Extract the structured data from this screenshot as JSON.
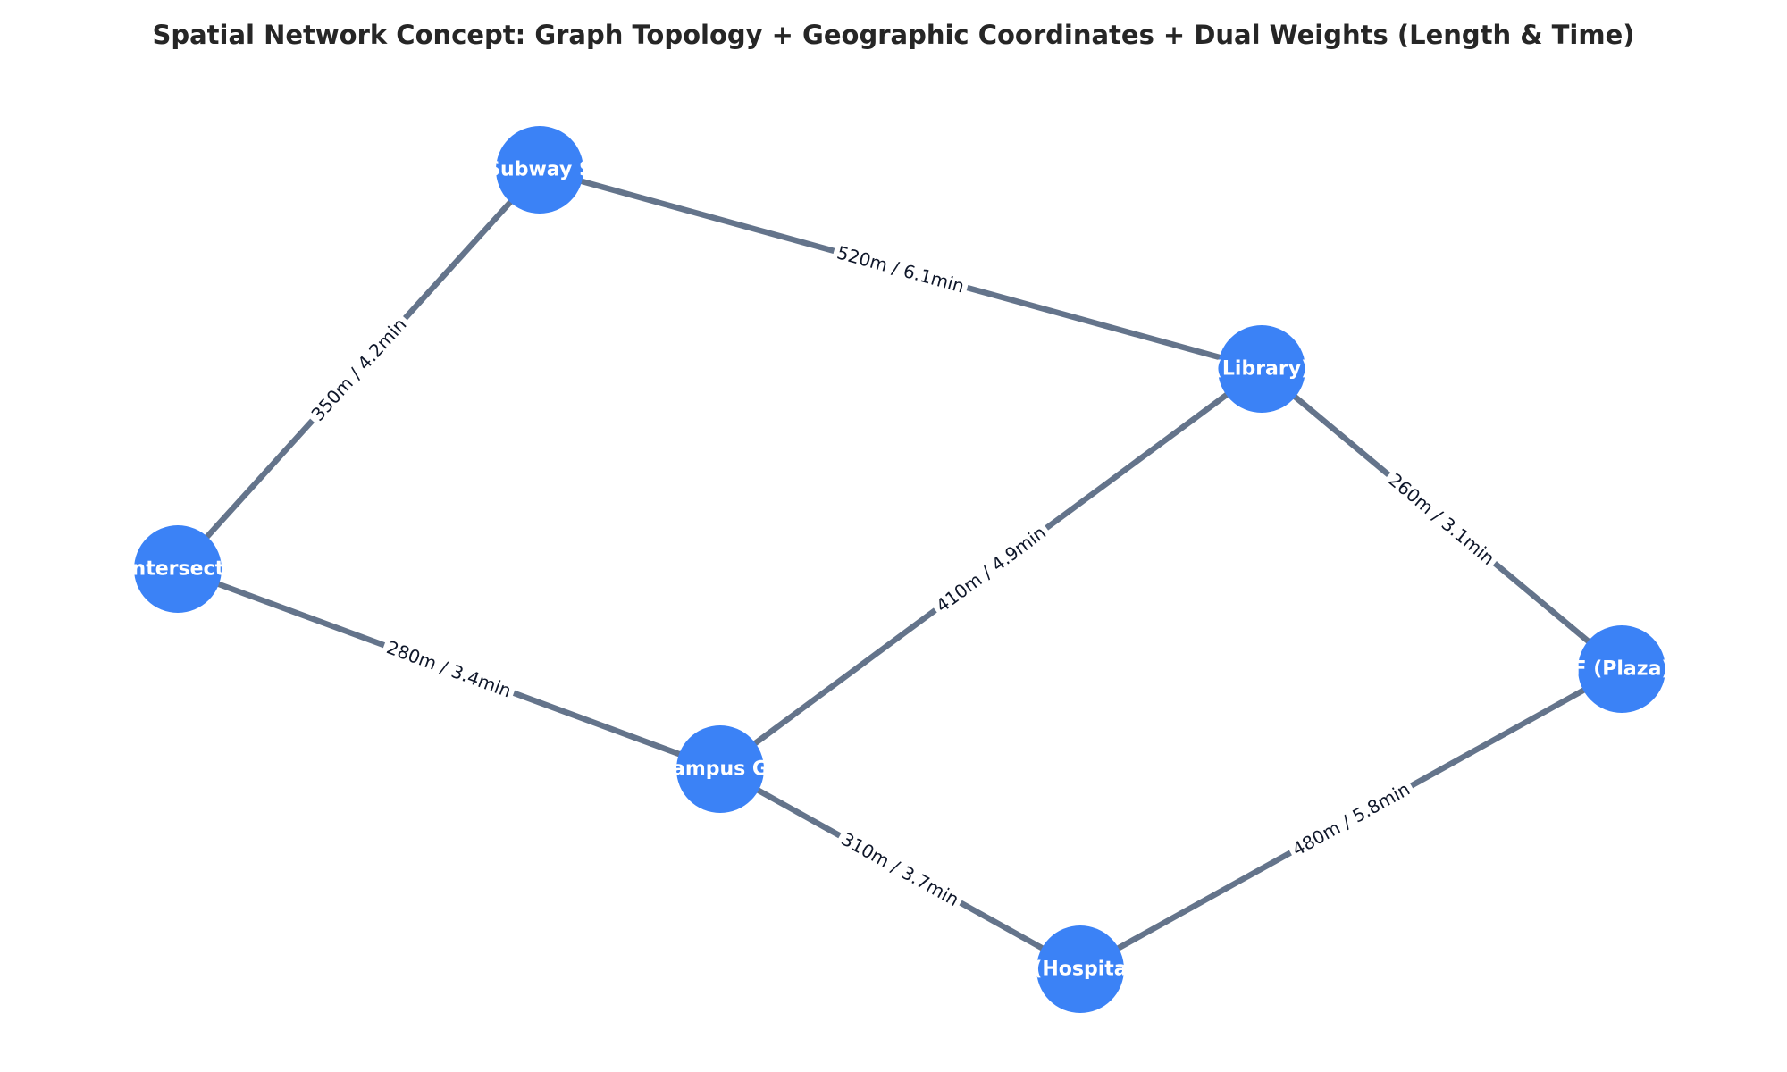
{
  "title": "Spatial Network Concept: Graph Topology + Geographic Coordinates + Dual Weights (Length & Time)",
  "colors": {
    "node": "#3b82f6",
    "edge": "#64748b",
    "node_text": "#ffffff",
    "edge_text": "#0f172a",
    "title": "#262626",
    "background": "#ffffff"
  },
  "nodes": [
    {
      "id": "subway",
      "label": "Subway S"
    },
    {
      "id": "library",
      "label": "(Library)"
    },
    {
      "id": "intersection",
      "label": "Intersecti"
    },
    {
      "id": "campus",
      "label": "ampus G"
    },
    {
      "id": "plaza",
      "label": "F (Plaza)"
    },
    {
      "id": "hospital",
      "label": "(Hospita"
    }
  ],
  "edges": [
    {
      "source": "subway",
      "target": "library",
      "label": "520m / 6.1min"
    },
    {
      "source": "subway",
      "target": "intersection",
      "label": "350m / 4.2min"
    },
    {
      "source": "library",
      "target": "plaza",
      "label": "260m / 3.1min"
    },
    {
      "source": "library",
      "target": "campus",
      "label": "410m / 4.9min"
    },
    {
      "source": "intersection",
      "target": "campus",
      "label": "280m / 3.4min"
    },
    {
      "source": "campus",
      "target": "hospital",
      "label": "310m / 3.7min"
    },
    {
      "source": "hospital",
      "target": "plaza",
      "label": "480m / 5.8min"
    }
  ]
}
